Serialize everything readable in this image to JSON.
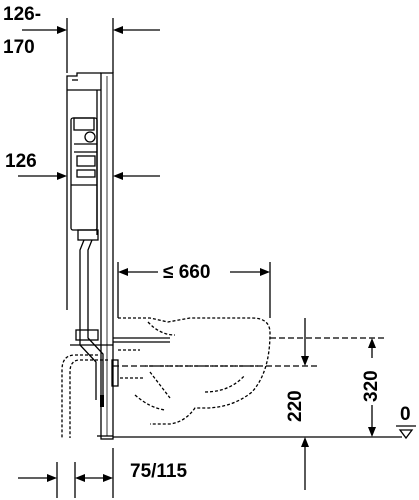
{
  "dimensions": {
    "top_depth_line1": "126-",
    "top_depth_line2": "170",
    "frame_depth": "126",
    "max_bowl_length": "≤ 660",
    "bowl_height_220": "220",
    "rim_height_320": "320",
    "floor_zero": "0",
    "bottom_offset": "75/115"
  },
  "colors": {
    "line": "#000000",
    "background": "#ffffff"
  }
}
